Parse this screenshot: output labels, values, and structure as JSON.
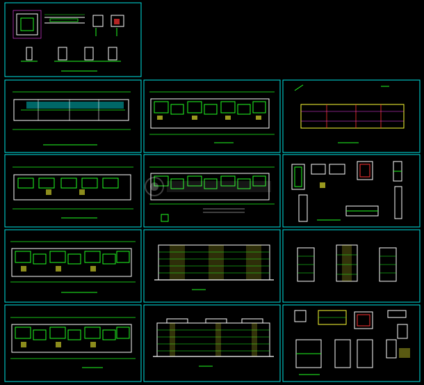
{
  "canvas": {
    "background": "#000000"
  },
  "colors": {
    "frame": "#00e5e5",
    "green": "#22ff22",
    "white": "#ffffff",
    "yellow": "#ffff33",
    "red": "#ff3333",
    "magenta": "#ff44ff",
    "cyan": "#33ffff",
    "orange": "#ff9933",
    "blue": "#3377ff"
  },
  "sheets": [
    {
      "id": "detail-top-left",
      "kind": "details"
    },
    {
      "id": "plan-1",
      "kind": "plan-sparse"
    },
    {
      "id": "plan-2",
      "kind": "plan-dense"
    },
    {
      "id": "roof-plan",
      "kind": "roof"
    },
    {
      "id": "plan-3",
      "kind": "plan-medium"
    },
    {
      "id": "plan-4",
      "kind": "plan-dense"
    },
    {
      "id": "stair-details",
      "kind": "details"
    },
    {
      "id": "plan-5",
      "kind": "plan-dense"
    },
    {
      "id": "front-elevation",
      "kind": "elevation"
    },
    {
      "id": "side-elevations",
      "kind": "side-elevations"
    },
    {
      "id": "plan-6",
      "kind": "plan-dense"
    },
    {
      "id": "rear-elevation",
      "kind": "elevation"
    },
    {
      "id": "section-details",
      "kind": "details"
    }
  ],
  "watermark": {
    "icon": "watermark-logo-icon",
    "opacity": 0.25
  }
}
